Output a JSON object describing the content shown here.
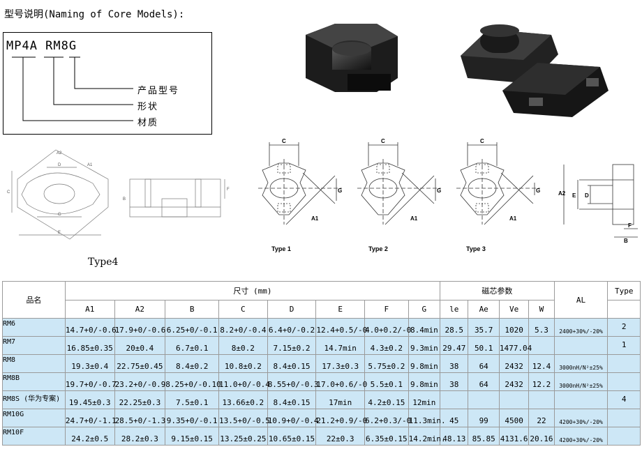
{
  "heading": "型号说明(Naming of Core Models):",
  "naming": {
    "code": "MP4A RM8G",
    "labels": [
      "产品型号",
      "形状",
      "材质"
    ]
  },
  "drawings": {
    "type4_label": "Type4",
    "type1_label": "Type 1",
    "type2_label": "Type 2",
    "type3_label": "Type 3",
    "dims": {
      "A1": "A1",
      "A2": "A2",
      "B": "B",
      "C": "C",
      "D": "D",
      "E": "E",
      "F": "F",
      "G": "G"
    }
  },
  "table": {
    "name_header": "品名",
    "dims_header": "尺寸 (mm)",
    "magnetic_header": "磁芯参数",
    "al_header": "AL",
    "type_header": "Type",
    "columns": [
      "A1",
      "A2",
      "B",
      "C",
      "D",
      "E",
      "F",
      "G",
      "le",
      "Ae",
      "Ve",
      "W"
    ],
    "rows": [
      {
        "name": "RM6",
        "cells": [
          "14.7+0/-0.6",
          "17.9+0/-0.6",
          "6.25+0/-0.1",
          "8.2+0/-0.4",
          "6.4+0/-0.2",
          "12.4+0.5/-0",
          "4.0+0.2/-0",
          "8.4min",
          "28.5",
          "35.7",
          "1020",
          "5.3"
        ],
        "al": "2400+30%/-20%",
        "type": "2"
      },
      {
        "name": "RM7",
        "cells": [
          "16.85±0.35",
          "20±0.4",
          "6.7±0.1",
          "8±0.2",
          "7.15±0.2",
          "14.7min",
          "4.3±0.2",
          "9.3min",
          "29.47",
          "50.1",
          "1477.04",
          ""
        ],
        "al": "",
        "type": "1"
      },
      {
        "name": "RM8",
        "cells": [
          "19.3±0.4",
          "22.75±0.45",
          "8.4±0.2",
          "10.8±0.2",
          "8.4±0.15",
          "17.3±0.3",
          "5.75±0.2",
          "9.8min",
          "38",
          "64",
          "2432",
          "12.4"
        ],
        "al": "3000nH/N²±25%",
        "type": ""
      },
      {
        "name": "RM8B",
        "cells": [
          "19.7+0/-0.7",
          "23.2+0/-0.9",
          "8.25+0/-0.10",
          "11.0+0/-0.4",
          "8.55+0/-0.3",
          "17.0+0.6/-0",
          "5.5±0.1",
          "9.8min",
          "38",
          "64",
          "2432",
          "12.2"
        ],
        "al": "3000nH/N²±25%",
        "type": ""
      },
      {
        "name": "RM8S (华为专案)",
        "cells": [
          "19.45±0.3",
          "22.25±0.3",
          "7.5±0.1",
          "13.66±0.2",
          "8.4±0.15",
          "17min",
          "4.2±0.15",
          "12min",
          "",
          "",
          "",
          ""
        ],
        "al": "",
        "type": "4"
      },
      {
        "name": "RM10G",
        "cells": [
          "24.7+0/-1.1",
          "28.5+0/-1.3",
          "9.35+0/-0.1",
          "13.5+0/-0.5",
          "10.9+0/-0.4",
          "21.2+0.9/-0",
          "6.2+0.3/-0",
          "11.3min.",
          "45",
          "99",
          "4500",
          "22"
        ],
        "al": "4200+30%/-20%",
        "type": ""
      },
      {
        "name": "RM10F",
        "cells": [
          "24.2±0.5",
          "28.2±0.3",
          "9.15±0.15",
          "13.25±0.25",
          "10.65±0.15",
          "22±0.3",
          "6.35±0.15",
          "14.2min.",
          "48.13",
          "85.85",
          "4131.6",
          "20.16"
        ],
        "al": "4200+30%/-20%",
        "type": ""
      }
    ]
  }
}
